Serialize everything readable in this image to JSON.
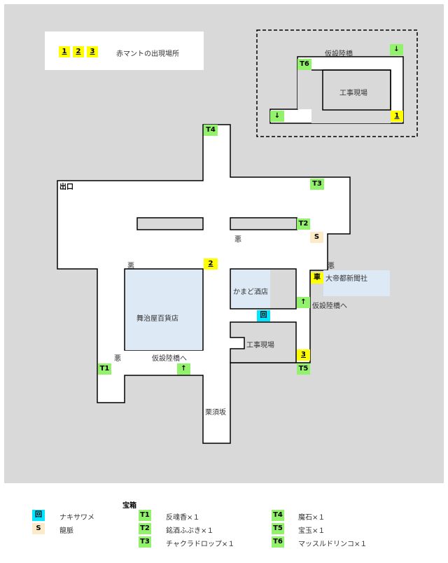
{
  "legend_top": {
    "markers": [
      "1",
      "2",
      "3"
    ],
    "label": "赤マントの出現場所"
  },
  "inset": {
    "bridge_label": "仮設陸橋",
    "construction_label": "工事現場",
    "tag_t6": "T6",
    "arrow_down_top": "↓",
    "arrow_down_left": "↓",
    "marker_1": "1"
  },
  "map": {
    "exit_label": "出口",
    "tag_t4": "T4",
    "tag_t3": "T3",
    "tag_t2": "T2",
    "tag_s": "S",
    "tag_t1": "T1",
    "tag_t5": "T5",
    "marker_2": "2",
    "marker_3": "3",
    "car_tag": "車",
    "kai_tag": "回",
    "arrow_up_left": "↑",
    "arrow_up_right": "↑",
    "aku_1": "悪",
    "aku_2": "悪",
    "aku_3": "悪",
    "aku_4": "悪",
    "department_store": "舞治屋百貨店",
    "kamado_bar": "かまど酒店",
    "newspaper": "大帝都新聞社",
    "construction": "工事現場",
    "to_bridge_left": "仮設陸橋へ",
    "to_bridge_right": "仮設陸橋へ",
    "slope": "栗須坂"
  },
  "legend_bottom": {
    "header": "宝箱",
    "items": [
      {
        "tag": "回",
        "label": "ナキサワメ"
      },
      {
        "tag": "S",
        "label": "龍脈"
      },
      {
        "tag": "T1",
        "label": "反魂香×１"
      },
      {
        "tag": "T2",
        "label": "銘酒ふぶき×１"
      },
      {
        "tag": "T3",
        "label": "チャクラドロップ×１"
      },
      {
        "tag": "T4",
        "label": "魔石×１"
      },
      {
        "tag": "T5",
        "label": "宝玉×１"
      },
      {
        "tag": "T6",
        "label": "マッスルドリンコ×１"
      }
    ]
  },
  "colors": {
    "background": "#d9d9d9",
    "floor": "#ffffff",
    "treasure": "#92f26b",
    "spawn": "#ffff00",
    "save": "#00e5ff",
    "ley": "#fdebc8",
    "building": "#ddeaf6"
  }
}
